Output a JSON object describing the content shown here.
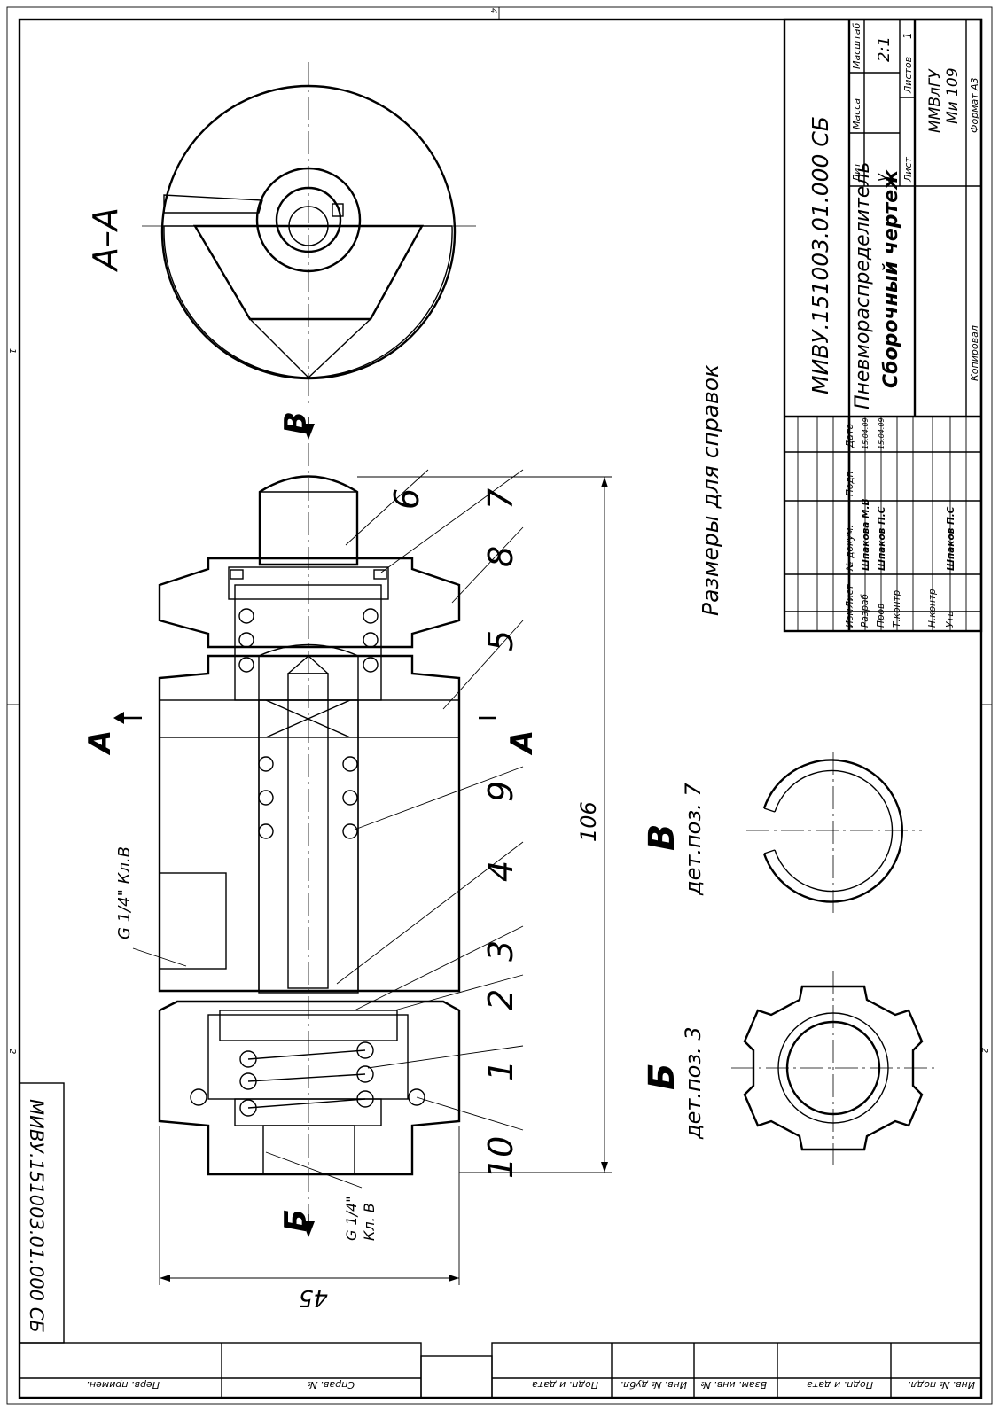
{
  "drawing": {
    "designation": "МИВУ.151003.01.000 СБ",
    "designation_stamp": "МИВУ.151003.01.000 СБ",
    "product_name": "Пневмораспределитель",
    "document_type": "Сборочный чертеж",
    "scale": "2:1",
    "sheets_total": "1",
    "letter": "у",
    "organization_line1": "ММВлГУ",
    "organization_line2": "Ми 109",
    "format": "Формат  А3",
    "copied": "Копировал",
    "note": "Размеры для справок"
  },
  "title_block": {
    "col_headers": [
      "Изм",
      "Лист",
      "№ докум.",
      "Подп",
      "Дата"
    ],
    "labels": {
      "lit": "Лит",
      "mass": "Масса",
      "scale": "Масштаб",
      "sheet": "Лист",
      "sheets": "Листов"
    },
    "roles": [
      {
        "role": "Разраб",
        "name": "Шпакова М.В",
        "date": "15.04.09"
      },
      {
        "role": "Пров",
        "name": "Шпаков П.С",
        "date": "15.04.09"
      },
      {
        "role": "Т.контр",
        "name": "",
        "date": ""
      },
      {
        "role": "Н.контр",
        "name": "",
        "date": ""
      },
      {
        "role": "Утв",
        "name": "Шпаков П.С",
        "date": ""
      }
    ]
  },
  "margin_strip": [
    "Инв. № подл.",
    "Подп. и дата",
    "Взам. инв. №",
    "Инв. № дубл.",
    "Подп. и дата",
    "Справ. №",
    "Перв. примен."
  ],
  "views": {
    "section_aa": "А–А",
    "view_b_title": "В",
    "view_b_caption": "дет.поз. 7",
    "view_be_title": "Б",
    "view_be_caption": "дет.поз. 3",
    "cut_a_left": "А",
    "cut_a_right": "А",
    "arrow_b_top": "В",
    "arrow_be_bottom": "Б"
  },
  "dimensions": {
    "length": "106",
    "diameter": "45",
    "thread_side": "G 1/4\" Кл.В",
    "thread_end_line1": "G 1/4\"",
    "thread_end_line2": "Кл. В"
  },
  "positions": [
    "6",
    "7",
    "8",
    "5",
    "9",
    "4",
    "3",
    "2",
    "1",
    "10"
  ],
  "zone_marks": {
    "top": "4",
    "left_1": "1",
    "left_2": "2",
    "right_2": "2"
  }
}
